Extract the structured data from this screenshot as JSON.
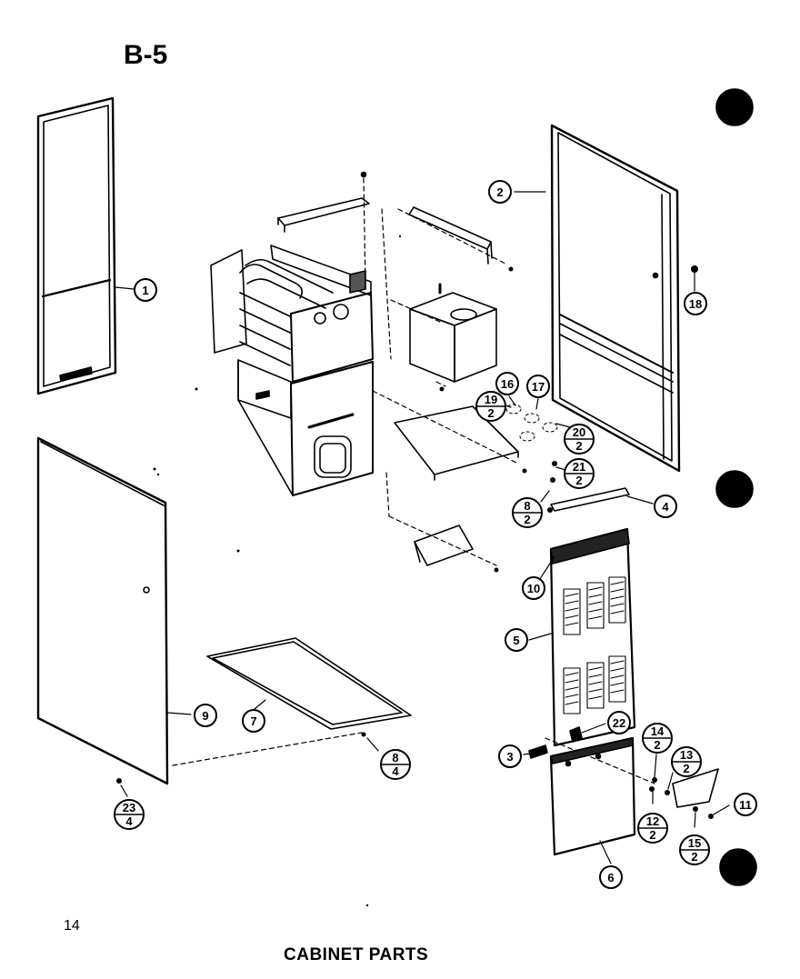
{
  "page_code": "B-5",
  "page_number": "14",
  "caption": "CABINET PARTS",
  "callouts": [
    {
      "id": "c1",
      "top": "1"
    },
    {
      "id": "c2",
      "top": "2"
    },
    {
      "id": "c18",
      "top": "18"
    },
    {
      "id": "c16",
      "top": "16"
    },
    {
      "id": "c17",
      "top": "17"
    },
    {
      "id": "c19",
      "top": "19",
      "bottom": "2"
    },
    {
      "id": "c20",
      "top": "20",
      "bottom": "2"
    },
    {
      "id": "c21",
      "top": "21",
      "bottom": "2"
    },
    {
      "id": "c8a",
      "top": "8",
      "bottom": "2"
    },
    {
      "id": "c4",
      "top": "4"
    },
    {
      "id": "c10",
      "top": "10"
    },
    {
      "id": "c5",
      "top": "5"
    },
    {
      "id": "c9",
      "top": "9"
    },
    {
      "id": "c7",
      "top": "7"
    },
    {
      "id": "c8b",
      "top": "8",
      "bottom": "4"
    },
    {
      "id": "c23",
      "top": "23",
      "bottom": "4"
    },
    {
      "id": "c22",
      "top": "22"
    },
    {
      "id": "c3",
      "top": "3"
    },
    {
      "id": "c14",
      "top": "14",
      "bottom": "2"
    },
    {
      "id": "c13",
      "top": "13",
      "bottom": "2"
    },
    {
      "id": "c11",
      "top": "11"
    },
    {
      "id": "c12",
      "top": "12",
      "bottom": "2"
    },
    {
      "id": "c15",
      "top": "15",
      "bottom": "2"
    },
    {
      "id": "c6",
      "top": "6"
    }
  ]
}
